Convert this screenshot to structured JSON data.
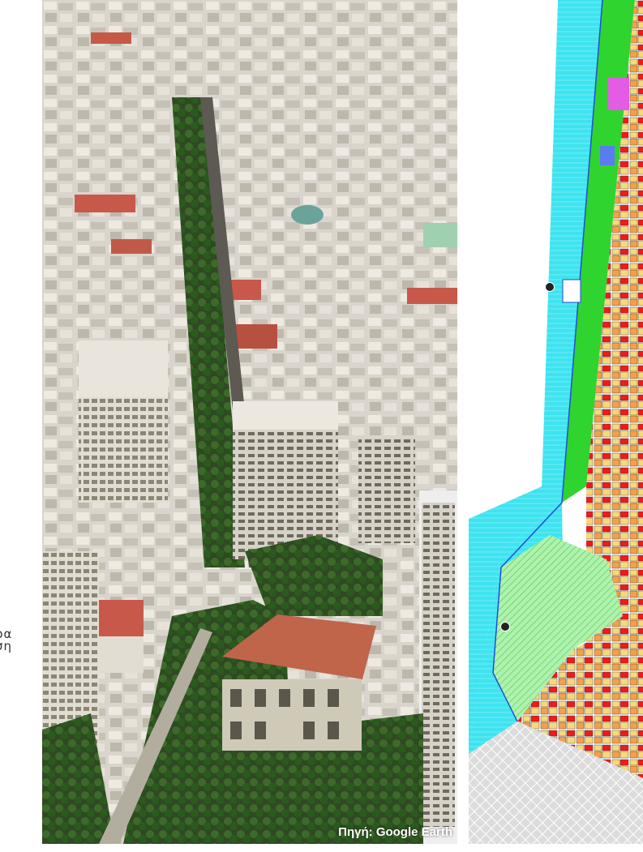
{
  "left_caption": {
    "line1_fragment": "ρα",
    "line2_fragment": "ση"
  },
  "aerial_photo": {
    "source_credit": "Πηγή: Google Earth"
  },
  "zoning_plan": {
    "icons": [
      "anchor-marker-icon",
      "anchor-marker-icon"
    ]
  },
  "colors": {
    "sea": "#3fe3f0",
    "park_green": "#2fd42f",
    "residential_yellow": "#f8d97a",
    "commercial_red": "#ee1b1b",
    "hatched_green": "#aef2ae",
    "urban_grey": "#d9d9d9",
    "roof_terracotta": "#c0654a"
  }
}
